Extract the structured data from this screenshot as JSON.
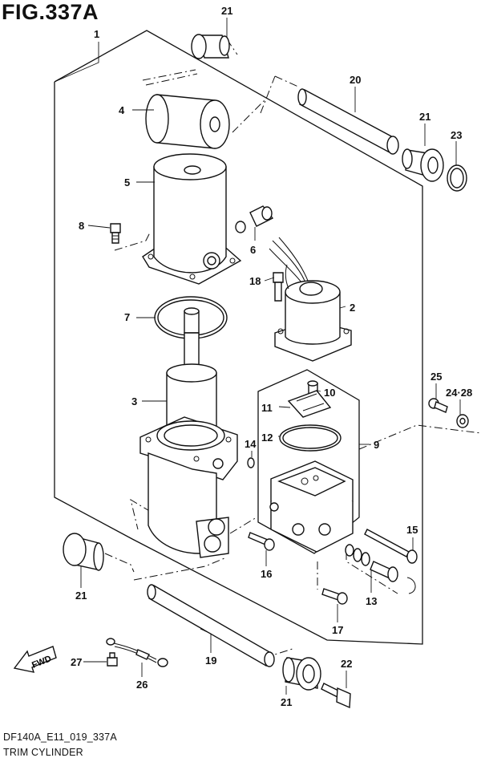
{
  "figure": {
    "title": "FIG.337A",
    "code": "DF140A_E11_019_337A",
    "name": "TRIM CYLINDER"
  },
  "callouts": [
    {
      "key": "c1",
      "text": "1"
    },
    {
      "key": "c2",
      "text": "2"
    },
    {
      "key": "c3",
      "text": "3"
    },
    {
      "key": "c4",
      "text": "4"
    },
    {
      "key": "c5",
      "text": "5"
    },
    {
      "key": "c6",
      "text": "6"
    },
    {
      "key": "c7",
      "text": "7"
    },
    {
      "key": "c8",
      "text": "8"
    },
    {
      "key": "c9",
      "text": "9"
    },
    {
      "key": "c10",
      "text": "10"
    },
    {
      "key": "c11",
      "text": "11"
    },
    {
      "key": "c12",
      "text": "12"
    },
    {
      "key": "c13",
      "text": "13"
    },
    {
      "key": "c14",
      "text": "14"
    },
    {
      "key": "c15",
      "text": "15"
    },
    {
      "key": "c16",
      "text": "16"
    },
    {
      "key": "c17",
      "text": "17"
    },
    {
      "key": "c18",
      "text": "18"
    },
    {
      "key": "c19",
      "text": "19"
    },
    {
      "key": "c20",
      "text": "20"
    },
    {
      "key": "c21a",
      "text": "21"
    },
    {
      "key": "c21b",
      "text": "21"
    },
    {
      "key": "c21c",
      "text": "21"
    },
    {
      "key": "c21d",
      "text": "21"
    },
    {
      "key": "c22",
      "text": "22"
    },
    {
      "key": "c23",
      "text": "23"
    },
    {
      "key": "c2428",
      "text": "24·28"
    },
    {
      "key": "c25",
      "text": "25"
    },
    {
      "key": "c26",
      "text": "26"
    },
    {
      "key": "c27",
      "text": "27"
    }
  ],
  "fwd_label": "FWD"
}
